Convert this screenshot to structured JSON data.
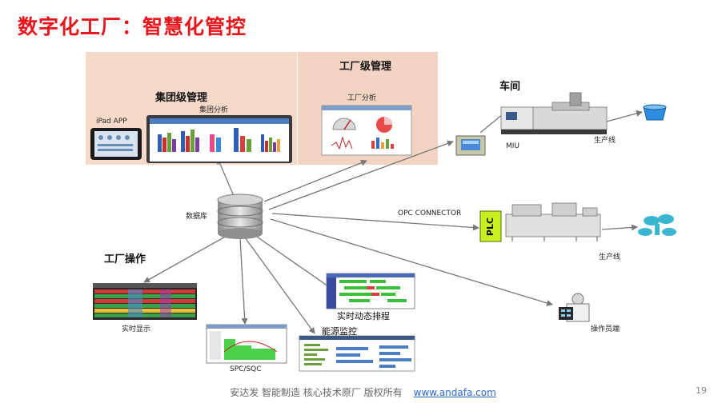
{
  "title": "数字化工厂：智慧化管控",
  "panels": {
    "group": {
      "heading": "集团级管理",
      "sub": "集团分析",
      "ipad": "iPad APP"
    },
    "factory": {
      "heading": "工厂级管理",
      "sub": "工厂分析"
    }
  },
  "nodes": {
    "database": "数据库",
    "workshop": "车间",
    "miu": "MIU",
    "line1": "生产线",
    "opc": "OPC CONNECTOR",
    "plc": "PLC",
    "line2": "生产线",
    "operator": "操作员端",
    "factory_ops": "工厂操作",
    "realtime_display": "实时显示",
    "spc": "SPC/SQC",
    "energy": "能源监控",
    "scheduling": "实时动态排程"
  },
  "footer": {
    "text": "安达发   智能制造 核心技术原厂    版权所有",
    "link": "www.andafa.com"
  },
  "page_number": "19",
  "colors": {
    "title_red": "#e8141c",
    "panel_bg": "#f6d9c8",
    "arrow": "#777777",
    "plc_green": "#c8f01e"
  }
}
